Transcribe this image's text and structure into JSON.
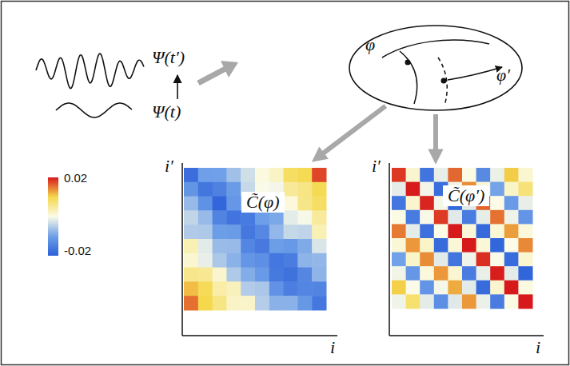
{
  "diagram": {
    "nodes": [
      {
        "text": [
          "φ",
          "φ′"
        ]
      },
      {
        "text": [
          "C̃(φ)"
        ]
      },
      {
        "text": [
          "C̃(φ′)"
        ]
      }
    ],
    "edges": [
      {
        "from": 0,
        "to": 1,
        "arrow": "to"
      },
      {
        "from": 0,
        "to": 2,
        "arrow": "to"
      }
    ],
    "labels": [
      "Ψ(t′)",
      "Ψ(t)",
      "i′",
      "i",
      "i′",
      "i",
      "0.02",
      "-0.02"
    ]
  }
}
